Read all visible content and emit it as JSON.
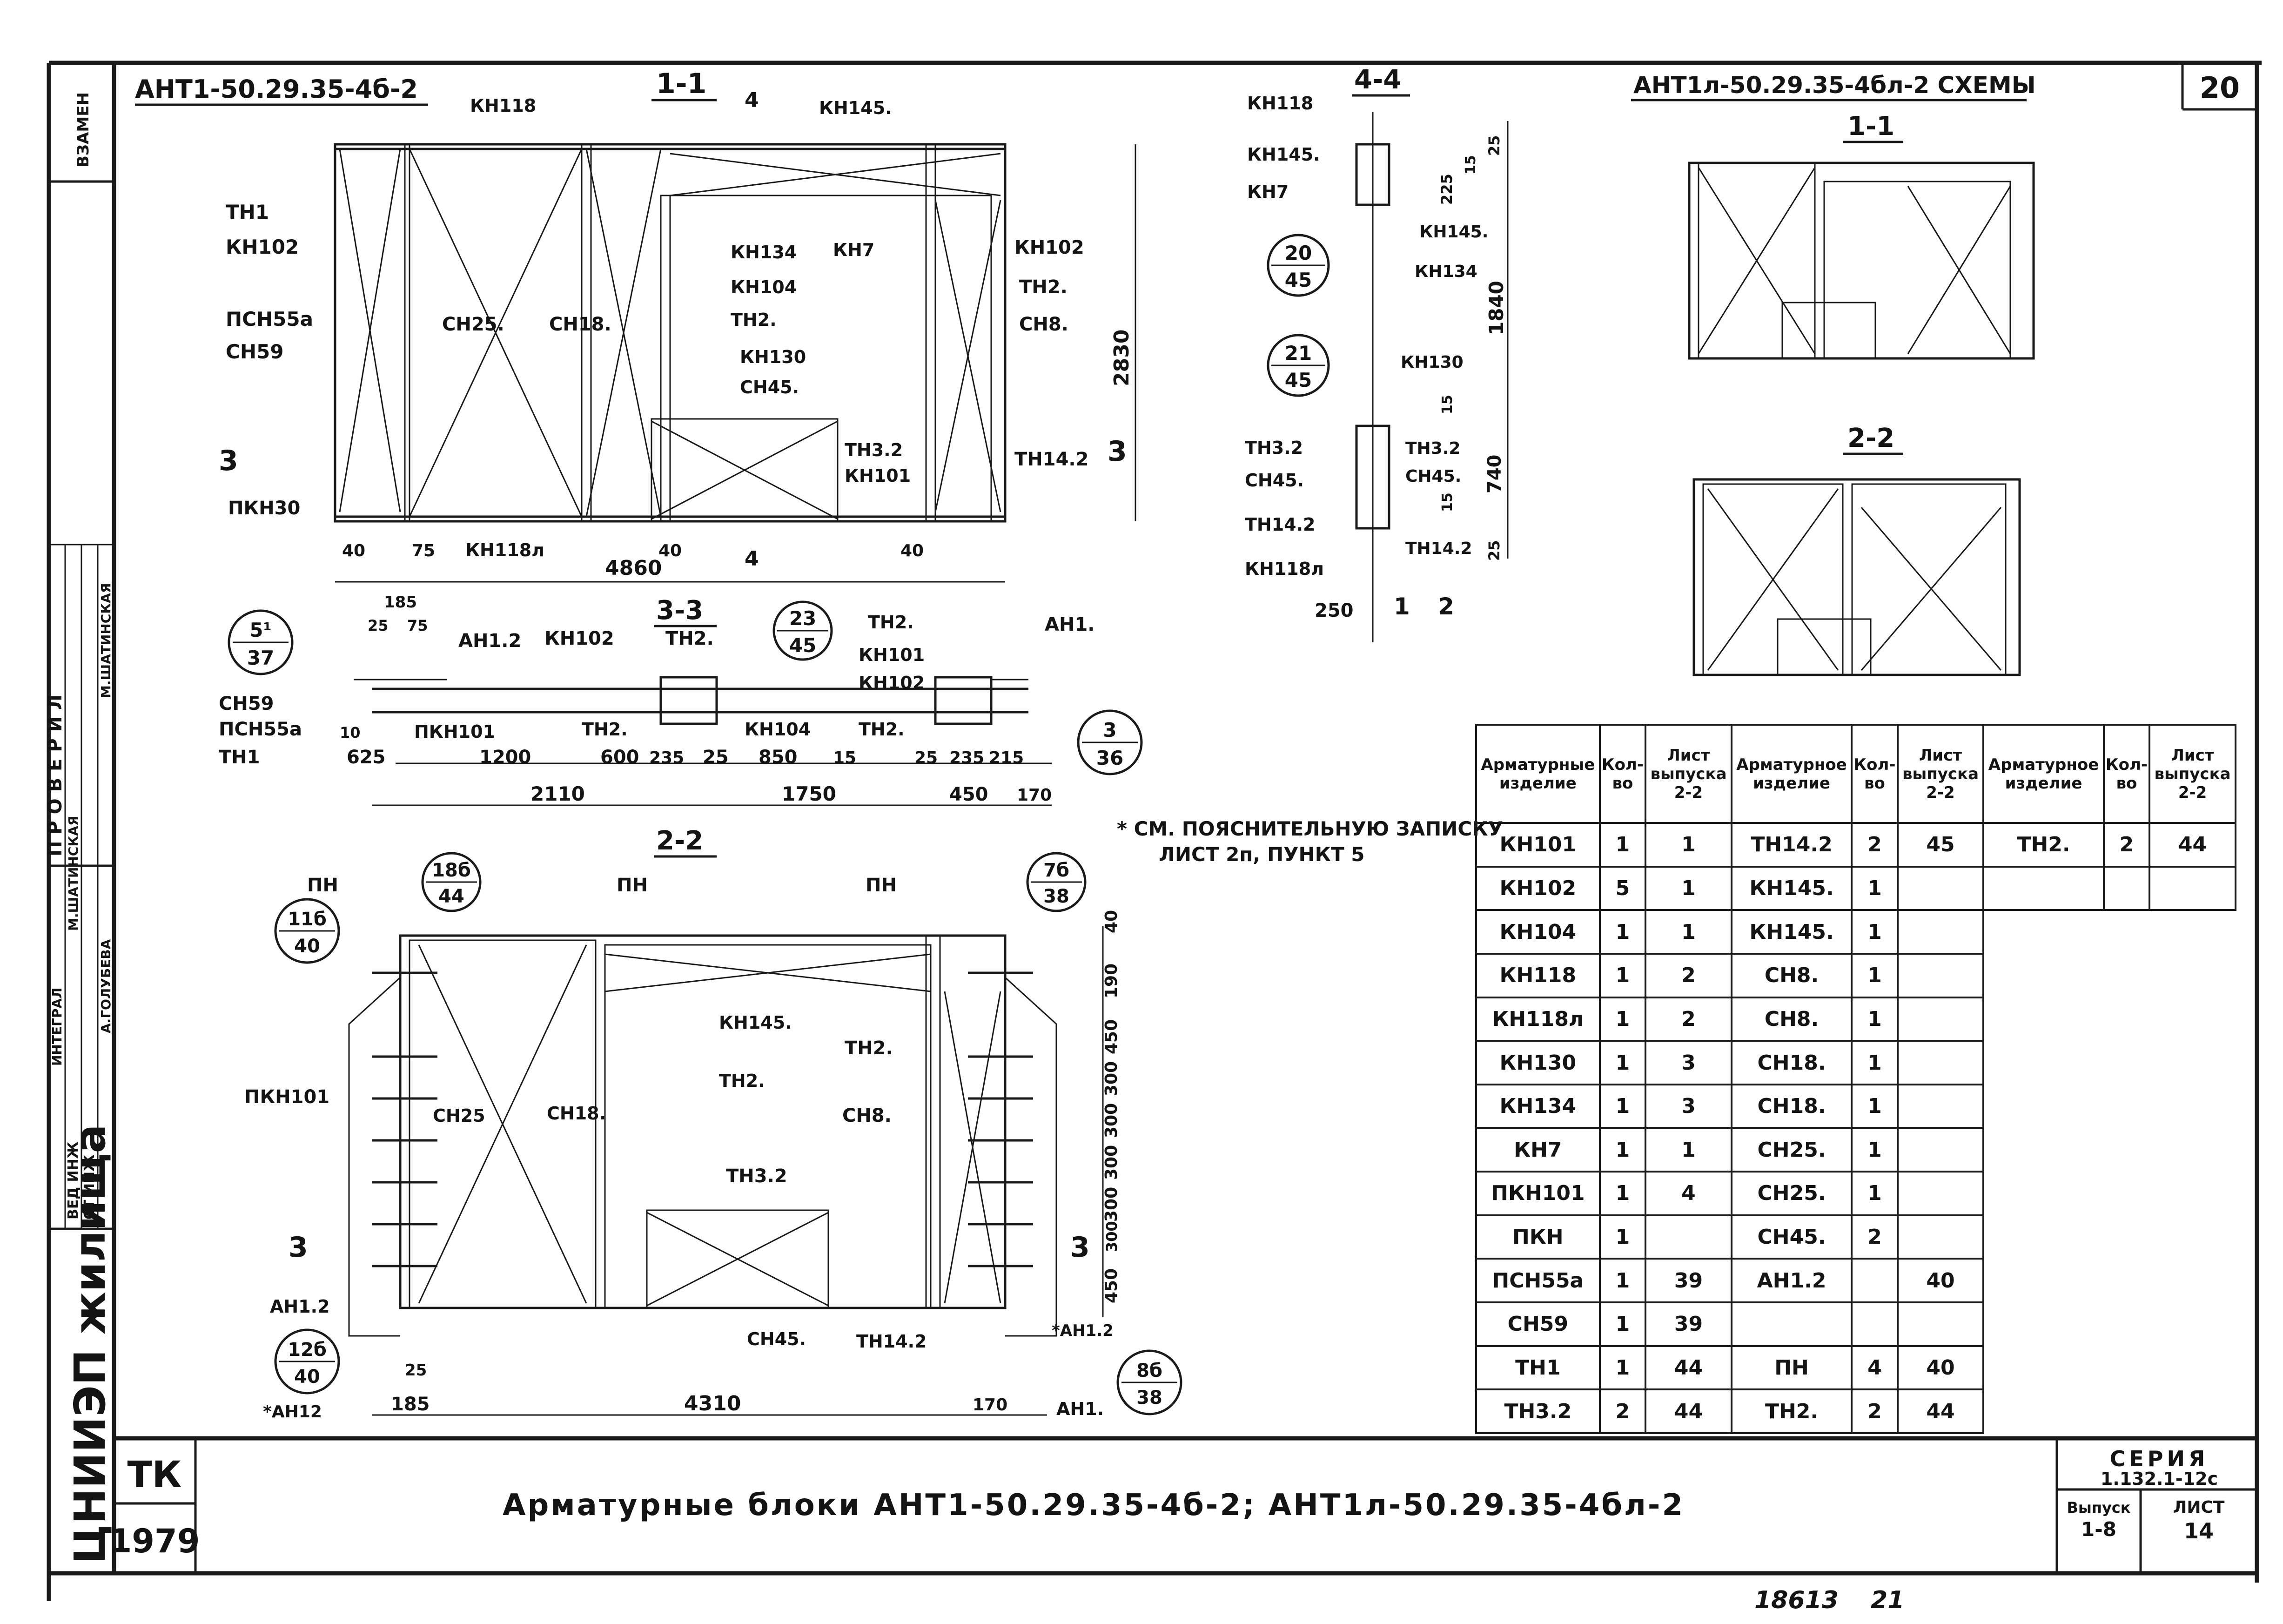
{
  "sheet_number": "20",
  "stamp": {
    "organization": "ЦНИИЭП жилища",
    "tk": "ТК",
    "year": "1979"
  },
  "side_block": {
    "vzamen": "ВЗАМЕН",
    "checked": "П Р О В Е Р И Л",
    "roles": [
      "ВЕД ИНЖ",
      "СТ ИНЖ",
      "ИНТЕГРАЛ"
    ],
    "names": [
      "М.ШАТИНСКАЯ",
      "А.ГОЛУБЕВА",
      "М.ШАТИНСКАЯ"
    ]
  },
  "title_block": {
    "main_title": "Арматурные блоки АНТ1-50.29.35-4б-2; АНТ1л-50.29.35-4бл-2",
    "series_label": "СЕРИЯ",
    "series": "1.132.1-12с",
    "issue_label": "Выпуск",
    "issue": "1-8",
    "sheet_label": "ЛИСТ",
    "sheet": "14",
    "bottom_numbers": [
      "18613",
      "21"
    ]
  },
  "drawing_main": {
    "block_title": "АНТ1-50.29.35-4б-2",
    "section_11": "1-1",
    "section_33": "3-3",
    "section_22": "2-2",
    "section_44": "4-4",
    "cut_marks": [
      "4",
      "4",
      "3",
      "3",
      "3",
      "3",
      "1",
      "2"
    ],
    "labels_11": [
      "КН118",
      "КН145.",
      "ТН1",
      "КН102",
      "ПСН55а",
      "СН59",
      "СН25.",
      "СН18.",
      "КН134",
      "КН7",
      "КН104",
      "ТН2.",
      "КН130",
      "СН45.",
      "КН102",
      "ТН2.",
      "СН8.",
      "ТН3.2",
      "КН101",
      "ТН14.2",
      "ПКН30",
      "КН118л"
    ],
    "dims_11": [
      "2830",
      "4860",
      "40",
      "75",
      "40",
      "40"
    ],
    "labels_33": [
      "АН1.2",
      "КН102",
      "ТН2.",
      "ТН2.",
      "КН101",
      "КН102",
      "АН1.",
      "СН59",
      "ПСН55а",
      "ТН1",
      "ПКН101",
      "ТН2.",
      "КН104",
      "ТН2."
    ],
    "dims_33": [
      "185",
      "25",
      "75",
      "10",
      "625",
      "1200",
      "600",
      "235",
      "25",
      "850",
      "15",
      "25",
      "235",
      "215",
      "2110",
      "1750",
      "450",
      "170"
    ],
    "labels_22": [
      "ПН",
      "ПН",
      "ПН",
      "КН145.",
      "ТН2.",
      "ТН2.",
      "ПКН101",
      "СН25",
      "СН18.",
      "СН8.",
      "ТН3.2",
      "АН1.2",
      "СН45.",
      "ТН14.2",
      "*АН1.2",
      "*АН12",
      "АН1."
    ],
    "dims_22": [
      "40",
      "190",
      "450",
      "300",
      "300",
      "300",
      "300",
      "300",
      "450",
      "25",
      "185",
      "4310",
      "170"
    ],
    "labels_44": [
      "КН118",
      "КН145.",
      "КН7",
      "КН145.",
      "КН134",
      "КН130",
      "ТН3.2",
      "СН45.",
      "ТН14.2",
      "КН118л",
      "ТН3.2",
      "СН45.",
      "ТН14.2"
    ],
    "dims_44": [
      "25",
      "225",
      "15",
      "1840",
      "15",
      "740",
      "15",
      "25",
      "250"
    ],
    "callouts": [
      {
        "top": "5¹",
        "bottom": "37"
      },
      {
        "top": "23",
        "bottom": "45"
      },
      {
        "top": "3",
        "bottom": "36"
      },
      {
        "top": "18б",
        "bottom": "44"
      },
      {
        "top": "7б",
        "bottom": "38"
      },
      {
        "top": "11б",
        "bottom": "40"
      },
      {
        "top": "12б",
        "bottom": "40"
      },
      {
        "top": "8б",
        "bottom": "38"
      },
      {
        "top": "20",
        "bottom": "45"
      },
      {
        "top": "21",
        "bottom": "45"
      }
    ]
  },
  "drawing_schemes": {
    "title": "АНТ1л-50.29.35-4бл-2 СХЕМЫ",
    "section_11": "1-1",
    "section_22": "2-2"
  },
  "note": {
    "line1": "* СМ. ПОЯСНИТЕЛЬНУЮ ЗАПИСКУ",
    "line2": "ЛИСТ 2п, ПУНКТ 5"
  },
  "spec_table": {
    "headers": [
      "Арматурные изделие",
      "Кол-во",
      "Лист выпуска 2-2",
      "Арматурное изделие",
      "Кол-во",
      "Лист выпуска 2-2",
      "Арматурное изделие",
      "Кол-во",
      "Лист выпуска 2-2"
    ],
    "rows": [
      [
        "КН101",
        "1",
        "1",
        "ТН14.2",
        "2",
        "45",
        "ТН2.",
        "2",
        "44"
      ],
      [
        "КН102",
        "5",
        "1",
        "КН145.",
        "1",
        "",
        "",
        "",
        ""
      ],
      [
        "КН104",
        "1",
        "1",
        "КН145.",
        "1",
        "",
        "",
        "",
        ""
      ],
      [
        "КН118",
        "1",
        "2",
        "СН8.",
        "1",
        "",
        "",
        "",
        ""
      ],
      [
        "КН118л",
        "1",
        "2",
        "СН8.",
        "1",
        "",
        "",
        "",
        ""
      ],
      [
        "КН130",
        "1",
        "3",
        "СН18.",
        "1",
        "",
        "",
        "",
        ""
      ],
      [
        "КН134",
        "1",
        "3",
        "СН18.",
        "1",
        "",
        "",
        "",
        ""
      ],
      [
        "КН7",
        "1",
        "1",
        "СН25.",
        "1",
        "",
        "",
        "",
        ""
      ],
      [
        "ПКН101",
        "1",
        "4",
        "СН25.",
        "1",
        "",
        "",
        "",
        ""
      ],
      [
        "ПКН",
        "1",
        "",
        "СН45.",
        "2",
        "",
        "",
        "",
        ""
      ],
      [
        "ПСН55а",
        "1",
        "39",
        "АН1.2",
        "",
        "40",
        "",
        "",
        ""
      ],
      [
        "СН59",
        "1",
        "39",
        "",
        "",
        "",
        "",
        "",
        ""
      ],
      [
        "ТН1",
        "1",
        "44",
        "ПН",
        "4",
        "40",
        "",
        "",
        ""
      ],
      [
        "ТН3.2",
        "2",
        "44",
        "ТН2.",
        "2",
        "44",
        "",
        "",
        ""
      ]
    ]
  }
}
